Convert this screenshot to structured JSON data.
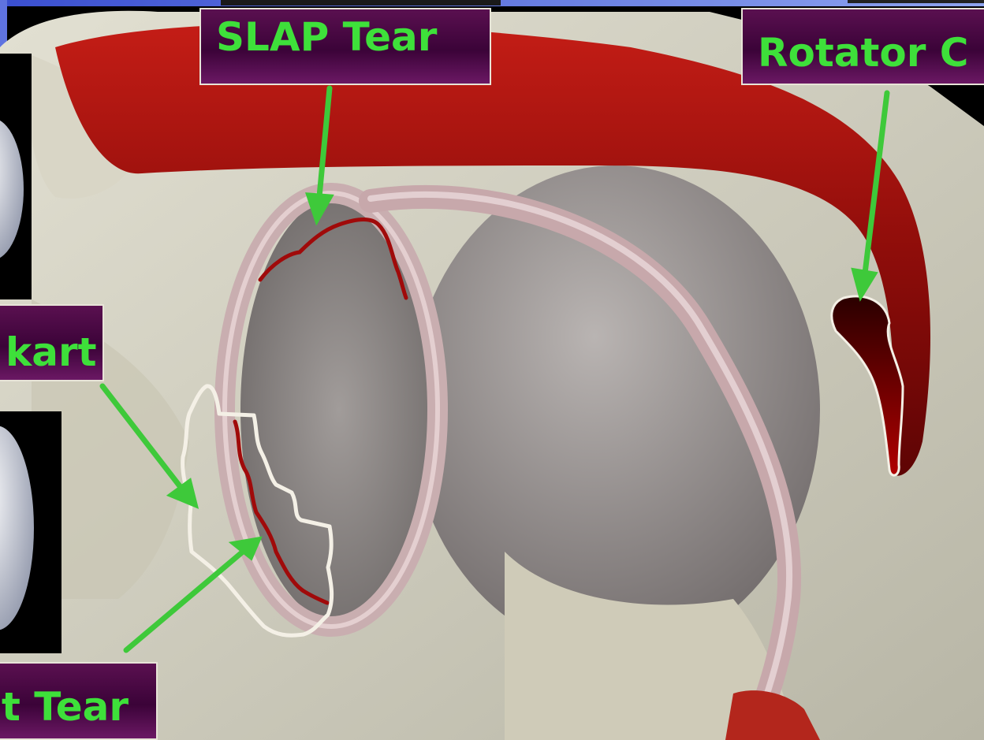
{
  "labels": {
    "slap": "SLAP Tear",
    "rotator": "Rotator C",
    "bankart_top": "kart",
    "bankart_bottom": "t Tear"
  },
  "colors": {
    "label_text": "#3ee03a",
    "label_bg": "#3b0338",
    "arrow": "#3ec93a",
    "tear_line": "#a00a0a",
    "outline": "#f4f0e6"
  }
}
